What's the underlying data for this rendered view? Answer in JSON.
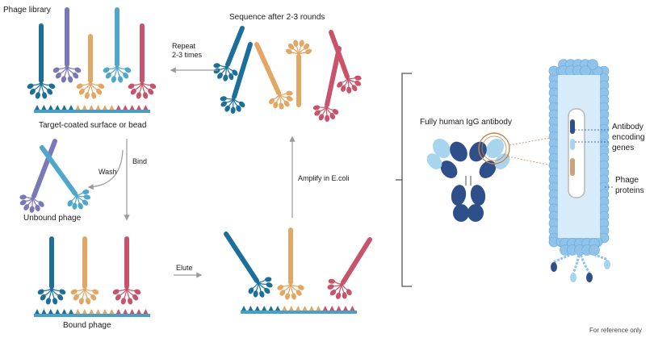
{
  "labels": {
    "phage_library": "Phage library",
    "repeat_1": "Repeat",
    "repeat_2": "2-3 times",
    "sequence_after": "Sequence after 2-3 rounds",
    "target_surface": "Target-coated surface or bead",
    "bind": "Bind",
    "wash": "Wash",
    "unbound_phage": "Unbound phage",
    "amplify": "Amplify in E.coli",
    "elute": "Elute",
    "bound_phage": "Bound phage",
    "igg_antibody": "Fully human IgG antibody",
    "antibody_genes_1": "Antibody",
    "antibody_genes_2": "encoding",
    "antibody_genes_3": "genes",
    "phage_proteins_1": "Phage",
    "phage_proteins_2": "proteins",
    "reference": "For reference only"
  },
  "colors": {
    "blue_dark": "#1d6f9b",
    "purple": "#7a78b8",
    "orange": "#e3a765",
    "cyan": "#4fa7cc",
    "red": "#c9536a",
    "navy": "#2e4f8a",
    "light_blue": "#a9d4ee",
    "capsid": "#8fc3ea",
    "arrow": "#9a9a9a",
    "surface": "#4a9fc4"
  }
}
